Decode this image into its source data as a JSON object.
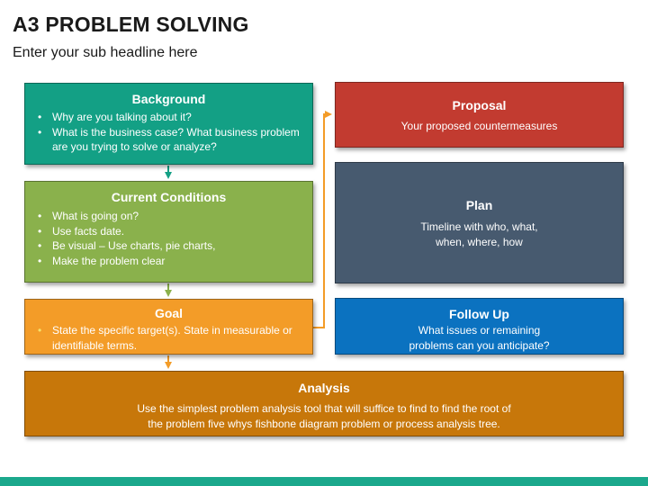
{
  "title": "A3 PROBLEM SOLVING",
  "subtitle": "Enter your sub headline here",
  "boxes": {
    "background": {
      "heading": "Background",
      "items": [
        "Why are you talking about it?",
        "What is the business case? What business problem are you trying to solve or analyze?"
      ],
      "color": "#13a085"
    },
    "current_conditions": {
      "heading": "Current Conditions",
      "items": [
        "What is going on?",
        "Use facts date.",
        "Be visual – Use  charts, pie charts,",
        "Make the problem clear"
      ],
      "color": "#8ab14c"
    },
    "goal": {
      "heading": "Goal",
      "items": [
        "State the specific target(s). State in measurable or identifiable terms."
      ],
      "color": "#f39c28"
    },
    "proposal": {
      "heading": "Proposal",
      "text": "Your proposed countermeasures",
      "color": "#c23b30"
    },
    "plan": {
      "heading": "Plan",
      "line1": "Timeline with who, what,",
      "line2": "when, where, how",
      "color": "#475a6f"
    },
    "follow_up": {
      "heading": "Follow Up",
      "line1": "What issues or remaining",
      "line2": "problems can you anticipate?",
      "color": "#0b72c0"
    },
    "analysis": {
      "heading": "Analysis",
      "line1": "Use the simplest problem analysis tool that will suffice to find to find the root of",
      "line2": "the problem five whys fishbone diagram problem or process analysis tree.",
      "color": "#c7770a"
    }
  },
  "connector_color": "#f39c28",
  "accent_bar_color": "#1ba88c"
}
